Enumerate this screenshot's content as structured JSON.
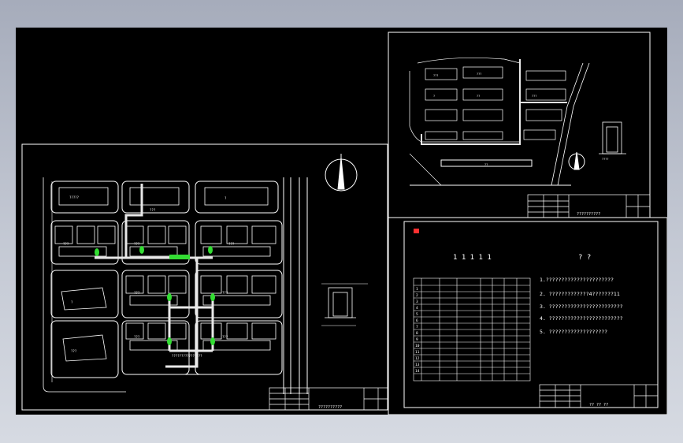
{
  "viewer": {
    "background_color": "#b5bac6",
    "canvas_color": "#000000"
  },
  "sheet_left": {
    "title_block_code": "??????????",
    "building_labels": [
      "?????",
      "???",
      "?",
      "???",
      "???",
      "???",
      "???",
      "???",
      "???",
      "???",
      "?",
      "???"
    ],
    "pipe_label": "????????????????"
  },
  "sheet_top_right": {
    "title_block_code": "??????????",
    "building_labels": [
      "???",
      "???",
      "?",
      "??",
      "???",
      "??"
    ],
    "section_label": "????"
  },
  "sheet_bottom_right": {
    "header_left": "1 1 1 1 1",
    "header_right": "? ?",
    "notes": [
      "1.??????????????????????",
      "2. ?????????????4???????11",
      "3. ????????????????????????",
      "4. ????????????????????????",
      "5. ???????????????????"
    ],
    "table_rows": [
      "1",
      "2",
      "3",
      "4",
      "5",
      "6",
      "7",
      "8",
      "9",
      "10",
      "11",
      "12",
      "13",
      "14"
    ],
    "title_block_code": "?? ?? ??"
  },
  "colors": {
    "line": "#ffffff",
    "accent_red": "#ff3030",
    "accent_green": "#33dd33",
    "pipe": "#e8e8e8"
  }
}
